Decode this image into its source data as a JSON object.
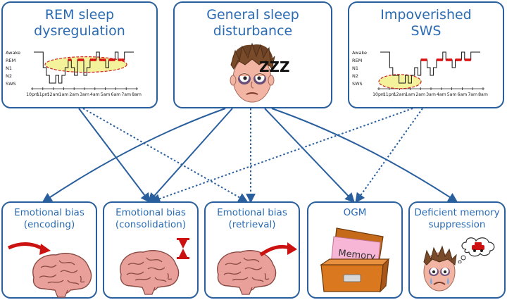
{
  "top_boxes": {
    "rem": {
      "title_line1": "REM sleep",
      "title_line2": "dysregulation"
    },
    "general": {
      "title_line1": "General sleep",
      "title_line2": "disturbance"
    },
    "sws": {
      "title_line1": "Impoverished",
      "title_line2": "SWS"
    }
  },
  "bottom_boxes": {
    "encoding": {
      "title_line1": "Emotional bias",
      "title_line2": "(encoding)"
    },
    "consolidation": {
      "title_line1": "Emotional bias",
      "title_line2": "(consolidation)"
    },
    "retrieval": {
      "title_line1": "Emotional bias",
      "title_line2": "(retrieval)"
    },
    "ogm": {
      "title_line1": "OGM",
      "memory_label": "Memory"
    },
    "suppression": {
      "title_line1": "Deficient memory",
      "title_line2": "suppression"
    }
  },
  "hypnogram": {
    "stages": [
      "Awake",
      "REM",
      "N1",
      "N2",
      "SWS"
    ],
    "times": [
      "10pm",
      "11pm",
      "12am",
      "1am",
      "2am",
      "3am",
      "4am",
      "5am",
      "6am",
      "7am",
      "8am"
    ]
  },
  "snore": "ZZZ",
  "colors": {
    "box_border": "#2a5f9e",
    "title": "#2a6bb4",
    "arrow": "#2a5f9e",
    "highlight_fill": "#f4f29a",
    "highlight_stroke": "#cc2222",
    "rem_bar": "#dd1111"
  },
  "connections": [
    {
      "from": "rem",
      "to": "consolidation",
      "style": "solid"
    },
    {
      "from": "rem",
      "to": "retrieval",
      "style": "dotted"
    },
    {
      "from": "general",
      "to": "encoding",
      "style": "solid"
    },
    {
      "from": "general",
      "to": "consolidation",
      "style": "solid"
    },
    {
      "from": "general",
      "to": "retrieval",
      "style": "dotted"
    },
    {
      "from": "general",
      "to": "ogm",
      "style": "solid"
    },
    {
      "from": "general",
      "to": "suppression",
      "style": "solid"
    },
    {
      "from": "sws",
      "to": "consolidation",
      "style": "dotted"
    },
    {
      "from": "sws",
      "to": "ogm",
      "style": "dotted"
    }
  ]
}
